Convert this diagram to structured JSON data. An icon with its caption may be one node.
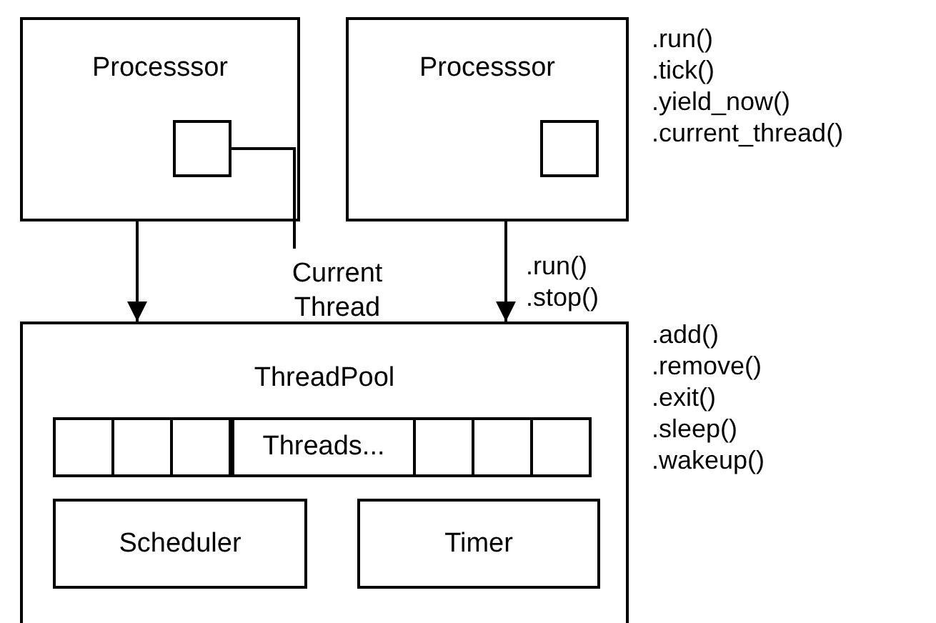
{
  "diagram": {
    "nodes": [
      {
        "text": [
          "Processsor"
        ]
      },
      {
        "text": [],
        "shape": "box",
        "in": 0
      },
      {
        "text": [
          "Processsor"
        ],
        "beside": [
          ".run()",
          ".tick()",
          ".yield_now()",
          ".current_thread()"
        ]
      },
      {
        "text": [],
        "shape": "box",
        "in": 2
      },
      {
        "text": [
          "Current Thread"
        ]
      },
      {
        "text": [
          "ThreadPool"
        ],
        "beside": [
          ".add()",
          ".remove()",
          ".exit()",
          ".sleep()",
          ".wakeup()"
        ]
      },
      {
        "text": [],
        "shape": "box",
        "in": 5
      },
      {
        "text": [],
        "shape": "box",
        "in": 5
      },
      {
        "text": [],
        "shape": "box",
        "in": 5
      },
      {
        "text": [
          "Threads..."
        ],
        "in": 5
      },
      {
        "text": [],
        "shape": "box",
        "in": 5
      },
      {
        "text": [],
        "shape": "box",
        "in": 5
      },
      {
        "text": [],
        "shape": "box",
        "in": 5
      },
      {
        "text": [
          "Scheduler"
        ],
        "in": 5
      },
      {
        "text": [
          "Timer"
        ],
        "in": 5
      }
    ],
    "edges": [
      {
        "from": 4,
        "to": 1,
        "arrow": "none"
      },
      {
        "from": 0,
        "to": 5,
        "arrow": "to"
      },
      {
        "from": 2,
        "to": 5,
        "arrow": "to",
        "label": ".run() .stop()"
      }
    ]
  }
}
